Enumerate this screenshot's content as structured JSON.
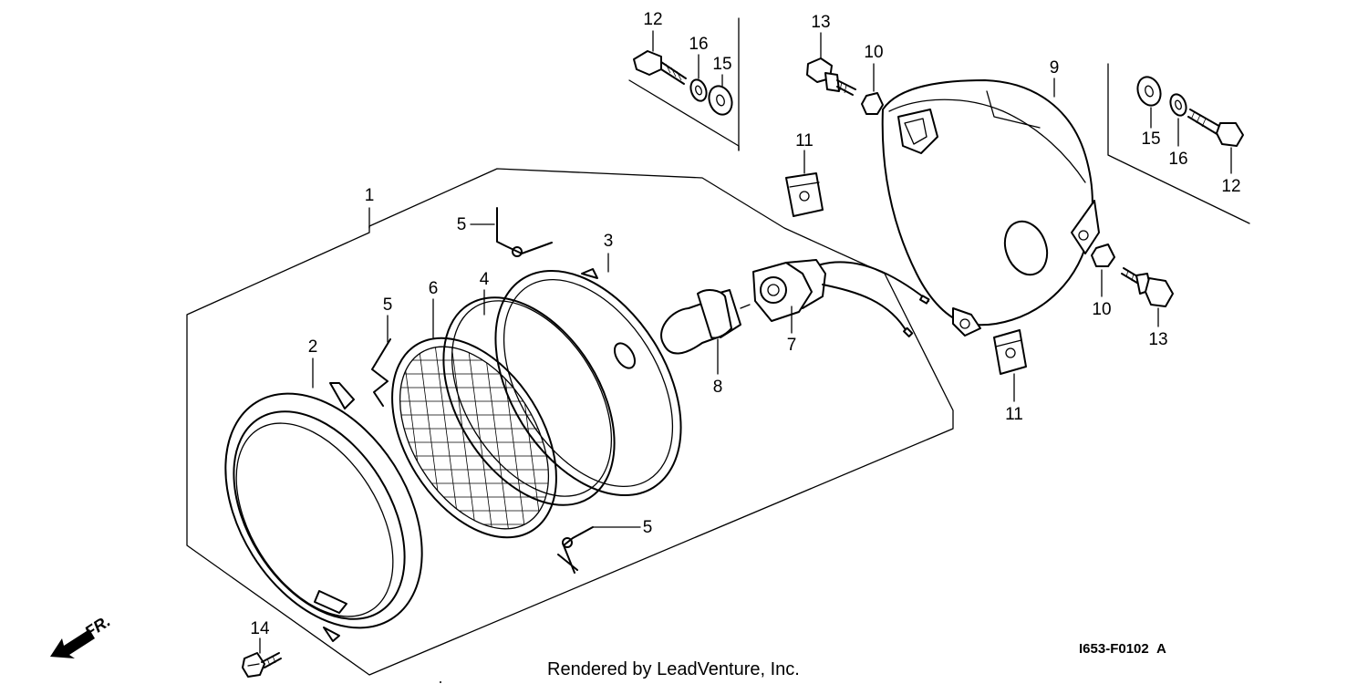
{
  "callouts": {
    "c1": "1",
    "c2": "2",
    "c3": "3",
    "c4": "4",
    "c5a": "5",
    "c5b": "5",
    "c5c": "5",
    "c6": "6",
    "c7": "7",
    "c8": "8",
    "c9": "9",
    "c10a": "10",
    "c10b": "10",
    "c11a": "11",
    "c11b": "11",
    "c12a": "12",
    "c12b": "12",
    "c13a": "13",
    "c13b": "13",
    "c14": "14",
    "c15a": "15",
    "c15b": "15",
    "c16a": "16",
    "c16b": "16"
  },
  "direction_label": "FR.",
  "footer_credit": "Rendered by LeadVenture, Inc.",
  "diagram_code": "I653-F0102",
  "diagram_code_suffix": "A",
  "colors": {
    "line": "#000000",
    "background": "#ffffff"
  }
}
